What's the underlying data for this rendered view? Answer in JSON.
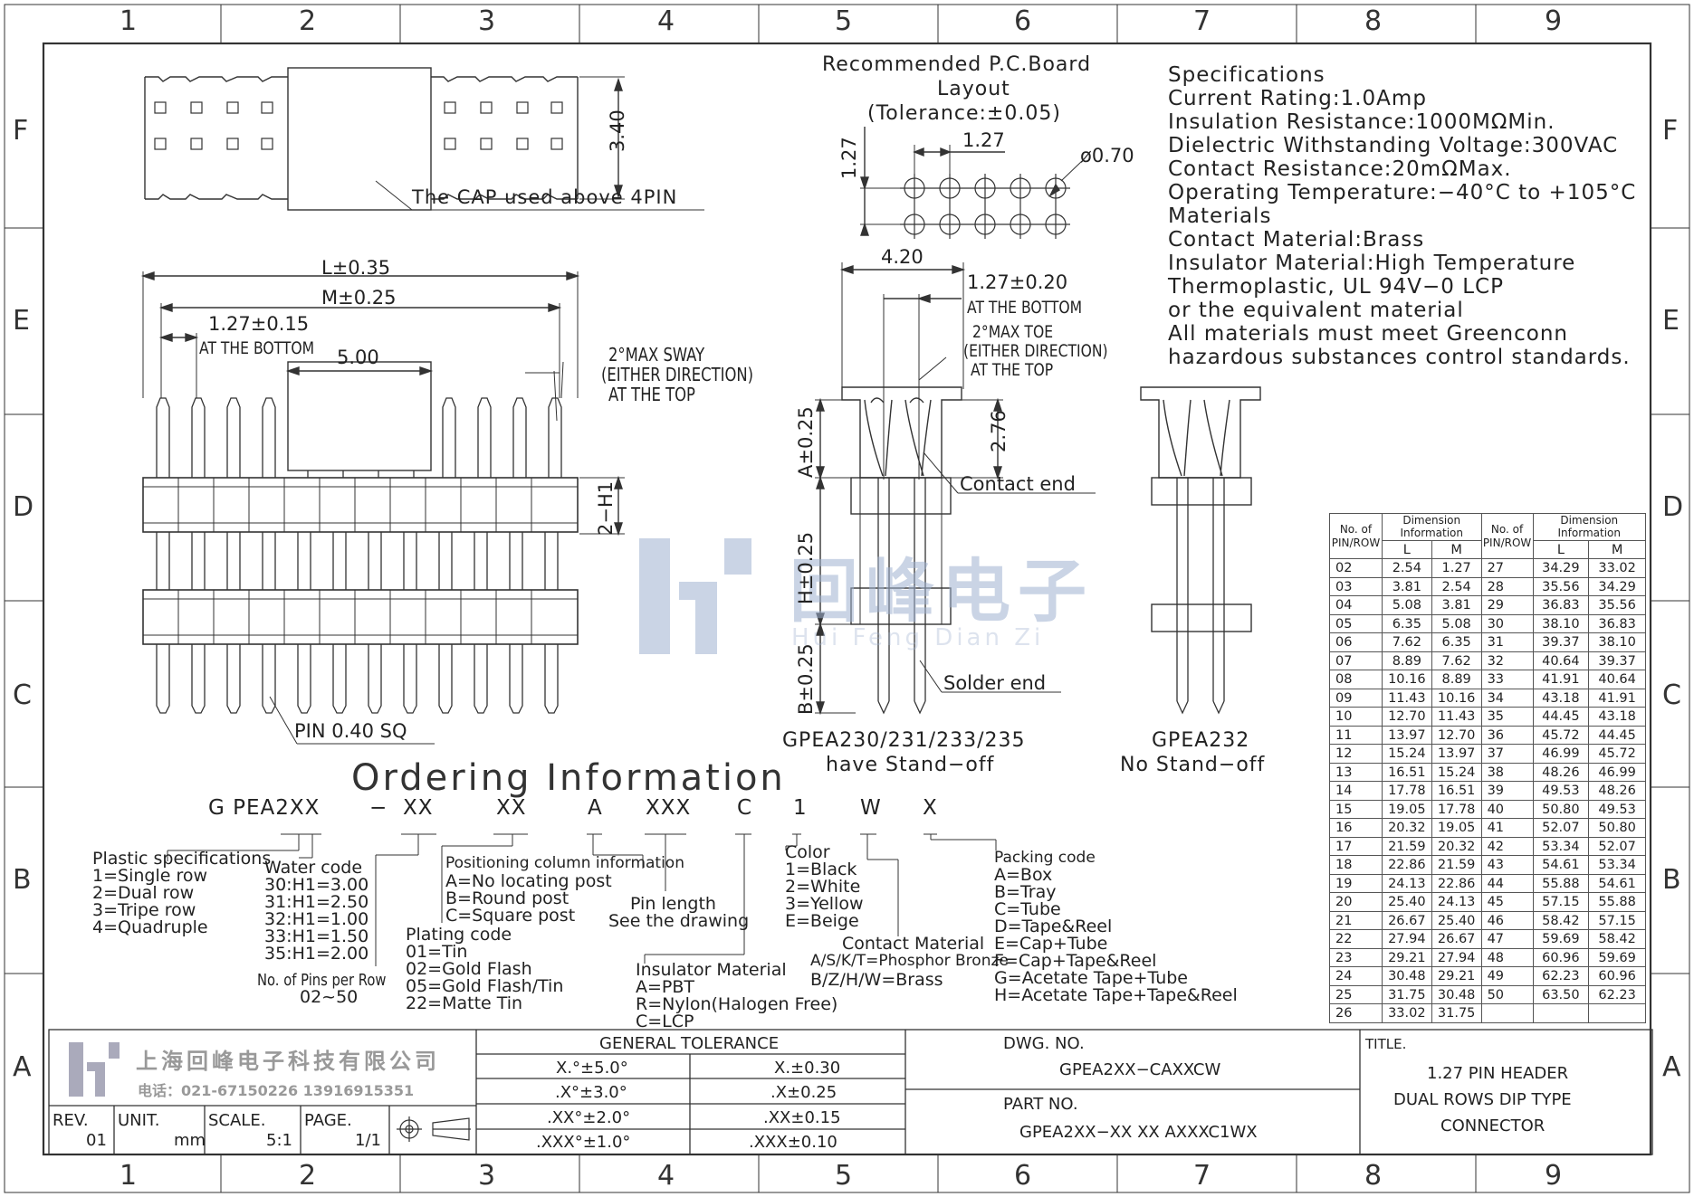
{
  "zones": {
    "columns": [
      "1",
      "2",
      "3",
      "4",
      "5",
      "6",
      "7",
      "8",
      "9"
    ],
    "rows": [
      "F",
      "E",
      "D",
      "C",
      "B",
      "A"
    ]
  },
  "cap": {
    "label": "The CAP used above 4PIN",
    "height_dim": "3.40"
  },
  "pcb": {
    "title_1": "Recommended P.C.Board",
    "title_2": "Layout",
    "title_3": "(Tolerance:±0.05)",
    "pitch_v": "1.27",
    "pitch_h": "1.27",
    "hole": "ø0.70"
  },
  "specs": [
    "Specifications",
    "Current Rating:1.0Amp",
    "Insulation Resistance:1000MΩMin.",
    "Dielectric Withstanding Voltage:300VAC",
    "Contact Resistance:20mΩMax.",
    "Operating Temperature:−40°C to +105°C",
    "Materials",
    "Contact Material:Brass",
    "Insulator Material:High Temperature",
    "Thermoplastic, UL 94V−0 LCP",
    "or the equivalent material",
    "All materials must meet Greenconn",
    "hazardous substances control standards."
  ],
  "front": {
    "l_dim": "L±0.35",
    "m_dim": "M±0.25",
    "pitch": "1.27±0.15",
    "at_bottom": "AT THE BOTTOM",
    "cap_w": "5.00",
    "sway_1": "2°MAX SWAY",
    "sway_2": "(EITHER DIRECTION)",
    "sway_3": "AT THE TOP",
    "h1": "2−H1",
    "pin": "PIN 0.40 SQ"
  },
  "side": {
    "w": "4.20",
    "pitch": "1.27±0.20",
    "at_bottom": "AT THE BOTTOM",
    "toe_1": "2°MAX TOE",
    "toe_2": "(EITHER DIRECTION)",
    "toe_3": "AT THE TOP",
    "h_276": "2.76",
    "a": "A±0.25",
    "h": "H±0.25",
    "b": "B±0.25",
    "contact_end": "Contact end",
    "solder_end": "Solder end",
    "caption_1": "GPEA230/231/233/235",
    "caption_2": "have Stand−off"
  },
  "side2": {
    "caption_1": "GPEA232",
    "caption_2": "No Stand−off"
  },
  "ordering": {
    "title": "Ordering Information",
    "code": [
      "G PEA2XX",
      "−",
      "XX",
      "XX",
      "A",
      "XXX",
      "C",
      "1",
      "W",
      "X"
    ],
    "plastic": [
      "Plastic specifications",
      "1=Single row",
      "2=Dual row",
      "3=Tripe row",
      "4=Quadruple"
    ],
    "water": [
      "Water code",
      "30:H1=3.00",
      "31:H1=2.50",
      "32:H1=1.00",
      "33:H1=1.50",
      "35:H1=2.00"
    ],
    "pins_per_row": [
      "No. of Pins per Row",
      "02~50"
    ],
    "positioning": [
      "Positioning column information",
      "A=No locating post",
      "B=Round post",
      "C=Square post"
    ],
    "plating": [
      "Plating code",
      "01=Tin",
      "02=Gold Flash",
      "05=Gold Flash/Tin",
      "22=Matte Tin"
    ],
    "pin_length": [
      "Pin length",
      "See the drawing"
    ],
    "insulator": [
      "Insulator Material",
      "A=PBT",
      "R=Nylon(Halogen Free)",
      "C=LCP"
    ],
    "color": [
      "Color",
      "1=Black",
      "2=White",
      "3=Yellow",
      "E=Beige"
    ],
    "contact": [
      "Contact Material",
      "A/S/K/T=Phosphor Bronze",
      "B/Z/H/W=Brass"
    ],
    "packing": [
      "Packing code",
      "A=Box",
      "B=Tray",
      "C=Tube",
      "D=Tape&Reel",
      "E=Cap+Tube",
      "F=Cap+Tape&Reel",
      "G=Acetate Tape+Tube",
      "H=Acetate Tape+Tape&Reel"
    ]
  },
  "dim_table": {
    "h_no": [
      "No. of",
      "PIN/ROW"
    ],
    "h_dim": "Dimension Information",
    "h_l": "L",
    "h_m": "M",
    "rows": [
      [
        "02",
        "2.54",
        "1.27",
        "27",
        "34.29",
        "33.02"
      ],
      [
        "03",
        "3.81",
        "2.54",
        "28",
        "35.56",
        "34.29"
      ],
      [
        "04",
        "5.08",
        "3.81",
        "29",
        "36.83",
        "35.56"
      ],
      [
        "05",
        "6.35",
        "5.08",
        "30",
        "38.10",
        "36.83"
      ],
      [
        "06",
        "7.62",
        "6.35",
        "31",
        "39.37",
        "38.10"
      ],
      [
        "07",
        "8.89",
        "7.62",
        "32",
        "40.64",
        "39.37"
      ],
      [
        "08",
        "10.16",
        "8.89",
        "33",
        "41.91",
        "40.64"
      ],
      [
        "09",
        "11.43",
        "10.16",
        "34",
        "43.18",
        "41.91"
      ],
      [
        "10",
        "12.70",
        "11.43",
        "35",
        "44.45",
        "43.18"
      ],
      [
        "11",
        "13.97",
        "12.70",
        "36",
        "45.72",
        "44.45"
      ],
      [
        "12",
        "15.24",
        "13.97",
        "37",
        "46.99",
        "45.72"
      ],
      [
        "13",
        "16.51",
        "15.24",
        "38",
        "48.26",
        "46.99"
      ],
      [
        "14",
        "17.78",
        "16.51",
        "39",
        "49.53",
        "48.26"
      ],
      [
        "15",
        "19.05",
        "17.78",
        "40",
        "50.80",
        "49.53"
      ],
      [
        "16",
        "20.32",
        "19.05",
        "41",
        "52.07",
        "50.80"
      ],
      [
        "17",
        "21.59",
        "20.32",
        "42",
        "53.34",
        "52.07"
      ],
      [
        "18",
        "22.86",
        "21.59",
        "43",
        "54.61",
        "53.34"
      ],
      [
        "19",
        "24.13",
        "22.86",
        "44",
        "55.88",
        "54.61"
      ],
      [
        "20",
        "25.40",
        "24.13",
        "45",
        "57.15",
        "55.88"
      ],
      [
        "21",
        "26.67",
        "25.40",
        "46",
        "58.42",
        "57.15"
      ],
      [
        "22",
        "27.94",
        "26.67",
        "47",
        "59.69",
        "58.42"
      ],
      [
        "23",
        "29.21",
        "27.94",
        "48",
        "60.96",
        "59.69"
      ],
      [
        "24",
        "30.48",
        "29.21",
        "49",
        "62.23",
        "60.96"
      ],
      [
        "25",
        "31.75",
        "30.48",
        "50",
        "63.50",
        "62.23"
      ],
      [
        "26",
        "33.02",
        "31.75",
        "",
        "",
        ""
      ]
    ]
  },
  "title_block": {
    "company": "上海回峰电子科技有限公司",
    "phone": "电话：021-67150226  13916915351",
    "rev_label": "REV.",
    "rev": "01",
    "unit_label": "UNIT.",
    "unit": "mm",
    "scale_label": "SCALE.",
    "scale": "5:1",
    "page_label": "PAGE.",
    "page": "1/1",
    "tol_title": "GENERAL TOLERANCE",
    "tol": [
      [
        "X.°±5.0°",
        "X.±0.30"
      ],
      [
        ".X°±3.0°",
        ".X±0.25"
      ],
      [
        ".XX°±2.0°",
        ".XX±0.15"
      ],
      [
        ".XXX°±1.0°",
        ".XXX±0.10"
      ]
    ],
    "dwg_label": "DWG. NO.",
    "dwg": "GPEA2XX−CAXXCW",
    "part_label": "PART NO.",
    "part": "GPEA2XX−XX XX AXXXC1WX",
    "title_label": "TITLE.",
    "title": [
      "1.27 PIN HEADER",
      "DUAL ROWS DIP TYPE",
      "CONNECTOR"
    ]
  },
  "watermark": {
    "cn": "回峰电子",
    "en": "Hui Feng Dian Zi"
  }
}
